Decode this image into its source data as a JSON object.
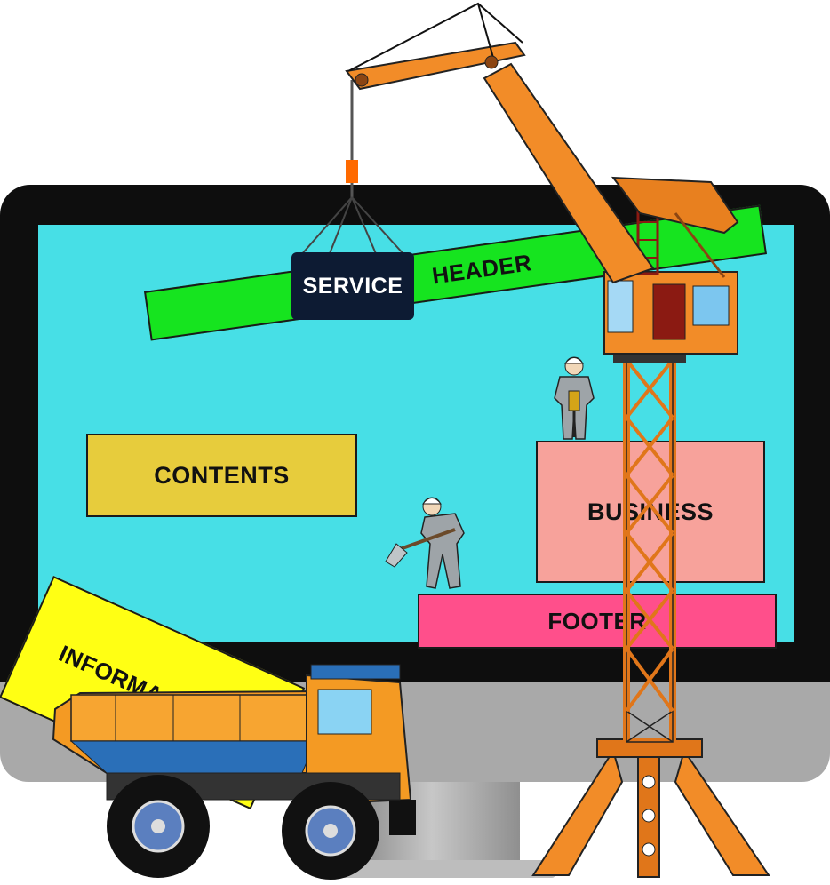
{
  "labels": {
    "service": "SERVICE",
    "header": "HEADER",
    "contents": "CONTENTS",
    "business": "BUSINESS",
    "footer": "FOOTER",
    "information": "INFORMA"
  },
  "colors": {
    "screen": "#47dfe6",
    "header": "#16e41f",
    "contents": "#e7cc3c",
    "business": "#f7a29b",
    "footer": "#ff4f8b",
    "information": "#ffff14",
    "service": "#0d1b33",
    "machinery": "#f28c28"
  },
  "icons": [
    "crane-icon",
    "dump-truck-icon",
    "worker-jackhammer-icon",
    "worker-shovel-icon",
    "monitor-icon"
  ]
}
